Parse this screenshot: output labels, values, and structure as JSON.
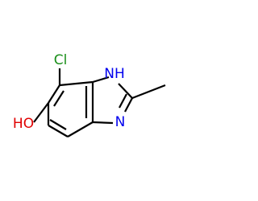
{
  "molecule": {
    "atoms": {
      "cl": {
        "label": "Cl",
        "color": "#1a8f1a"
      },
      "nh": {
        "label": "NH",
        "color": "#0000ee"
      },
      "n": {
        "label": "N",
        "color": "#0000ee"
      },
      "ho": {
        "label": "HO",
        "color": "#e00000"
      }
    },
    "bond_color": "#000000"
  }
}
